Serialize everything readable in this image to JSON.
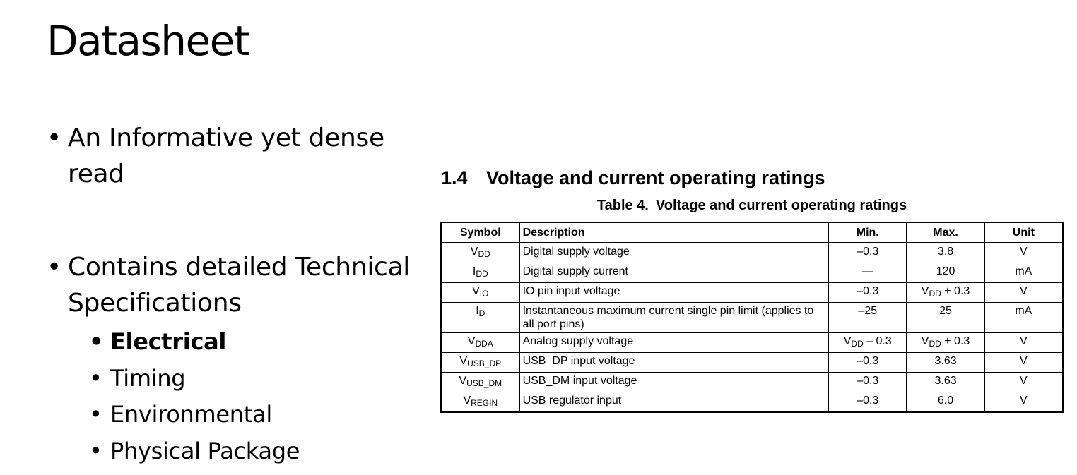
{
  "slide": {
    "title": "Datasheet",
    "bullets": [
      {
        "text": "An Informative yet dense read"
      },
      {
        "text": "Contains detailed Technical Specifications"
      }
    ],
    "sub_bullets": [
      "Electrical",
      "Timing",
      "Environmental",
      "Physical Package"
    ]
  },
  "datasheet": {
    "section_number": "1.4",
    "section_title": "Voltage and current operating ratings",
    "table_caption_label": "Table 4.",
    "table_caption_title": "Voltage and current operating ratings",
    "columns": [
      "Symbol",
      "Description",
      "Min.",
      "Max.",
      "Unit"
    ],
    "rows": [
      {
        "symbol": "V",
        "symbol_sub": "DD",
        "description": "Digital supply voltage",
        "min": "–0.3",
        "max": "3.8",
        "unit": "V"
      },
      {
        "symbol": "I",
        "symbol_sub": "DD",
        "description": "Digital supply current",
        "min": "—",
        "max": "120",
        "unit": "mA"
      },
      {
        "symbol": "V",
        "symbol_sub": "IO",
        "description": "IO pin input voltage",
        "min": "–0.3",
        "max_v": "V",
        "max_sub": "DD",
        "max_rest": " + 0.3",
        "unit": "V"
      },
      {
        "symbol": "I",
        "symbol_sub": "D",
        "description": "Instantaneous maximum current single pin limit (applies to all port pins)",
        "min": "–25",
        "max": "25",
        "unit": "mA"
      },
      {
        "symbol": "V",
        "symbol_sub": "DDA",
        "description": "Analog supply voltage",
        "min_v": "V",
        "min_sub": "DD",
        "min_rest": " – 0.3",
        "max_v": "V",
        "max_sub": "DD",
        "max_rest": " + 0.3",
        "unit": "V"
      },
      {
        "symbol": "V",
        "symbol_sub": "USB_DP",
        "description": "USB_DP input voltage",
        "min": "–0.3",
        "max": "3.63",
        "unit": "V"
      },
      {
        "symbol": "V",
        "symbol_sub": "USB_DM",
        "description": "USB_DM input voltage",
        "min": "–0.3",
        "max": "3.63",
        "unit": "V"
      },
      {
        "symbol": "V",
        "symbol_sub": "REGIN",
        "description": "USB regulator input",
        "min": "–0.3",
        "max": "6.0",
        "unit": "V"
      }
    ]
  }
}
